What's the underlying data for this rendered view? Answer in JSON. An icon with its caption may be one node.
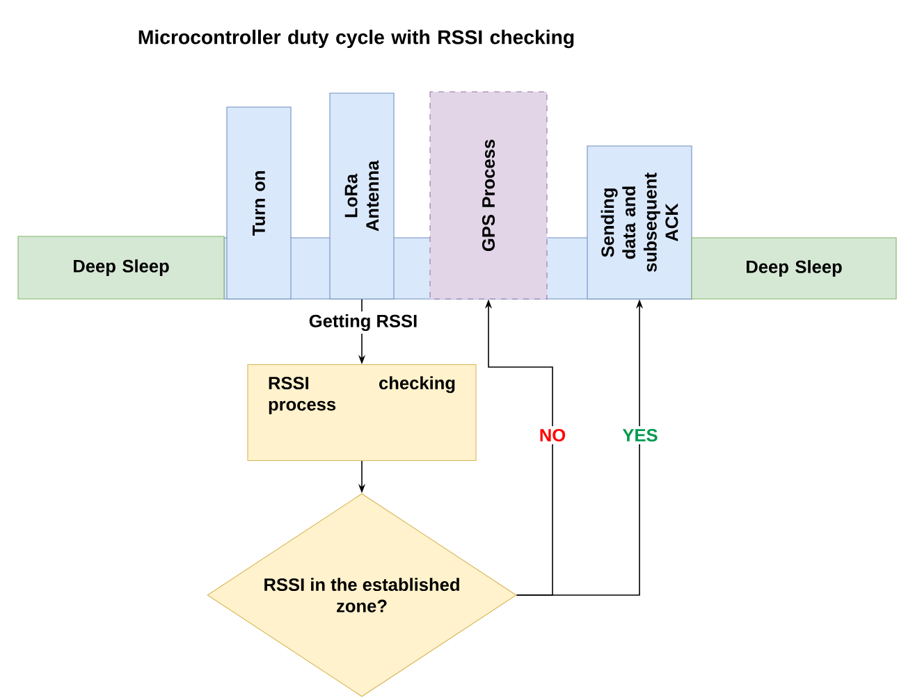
{
  "diagram": {
    "title": "Microcontroller duty cycle with RSSI checking",
    "nodes": [
      {
        "text": [
          "Deep Sleep"
        ]
      },
      {
        "text": [
          "Turn on"
        ]
      },
      {
        "text": [
          "LoRa Antenna"
        ]
      },
      {
        "text": [
          "GPS Process"
        ]
      },
      {
        "text": [
          "Sending data and subsequent ACK"
        ]
      },
      {
        "text": [
          "Deep Sleep"
        ]
      },
      {
        "text": [
          "RSSI checking process"
        ]
      },
      {
        "text": [
          "RSSI in the established zone?"
        ]
      },
      {
        "text": [],
        "shape": "bar"
      }
    ],
    "edges": [
      {
        "from": 2,
        "to": 6,
        "arrow": "to",
        "label": "Getting RSSI"
      },
      {
        "from": 6,
        "to": 7,
        "arrow": "to"
      },
      {
        "from": 7,
        "to": 3,
        "arrow": "to",
        "label": "NO"
      },
      {
        "from": 7,
        "to": 4,
        "arrow": "to",
        "label": "YES"
      }
    ]
  }
}
